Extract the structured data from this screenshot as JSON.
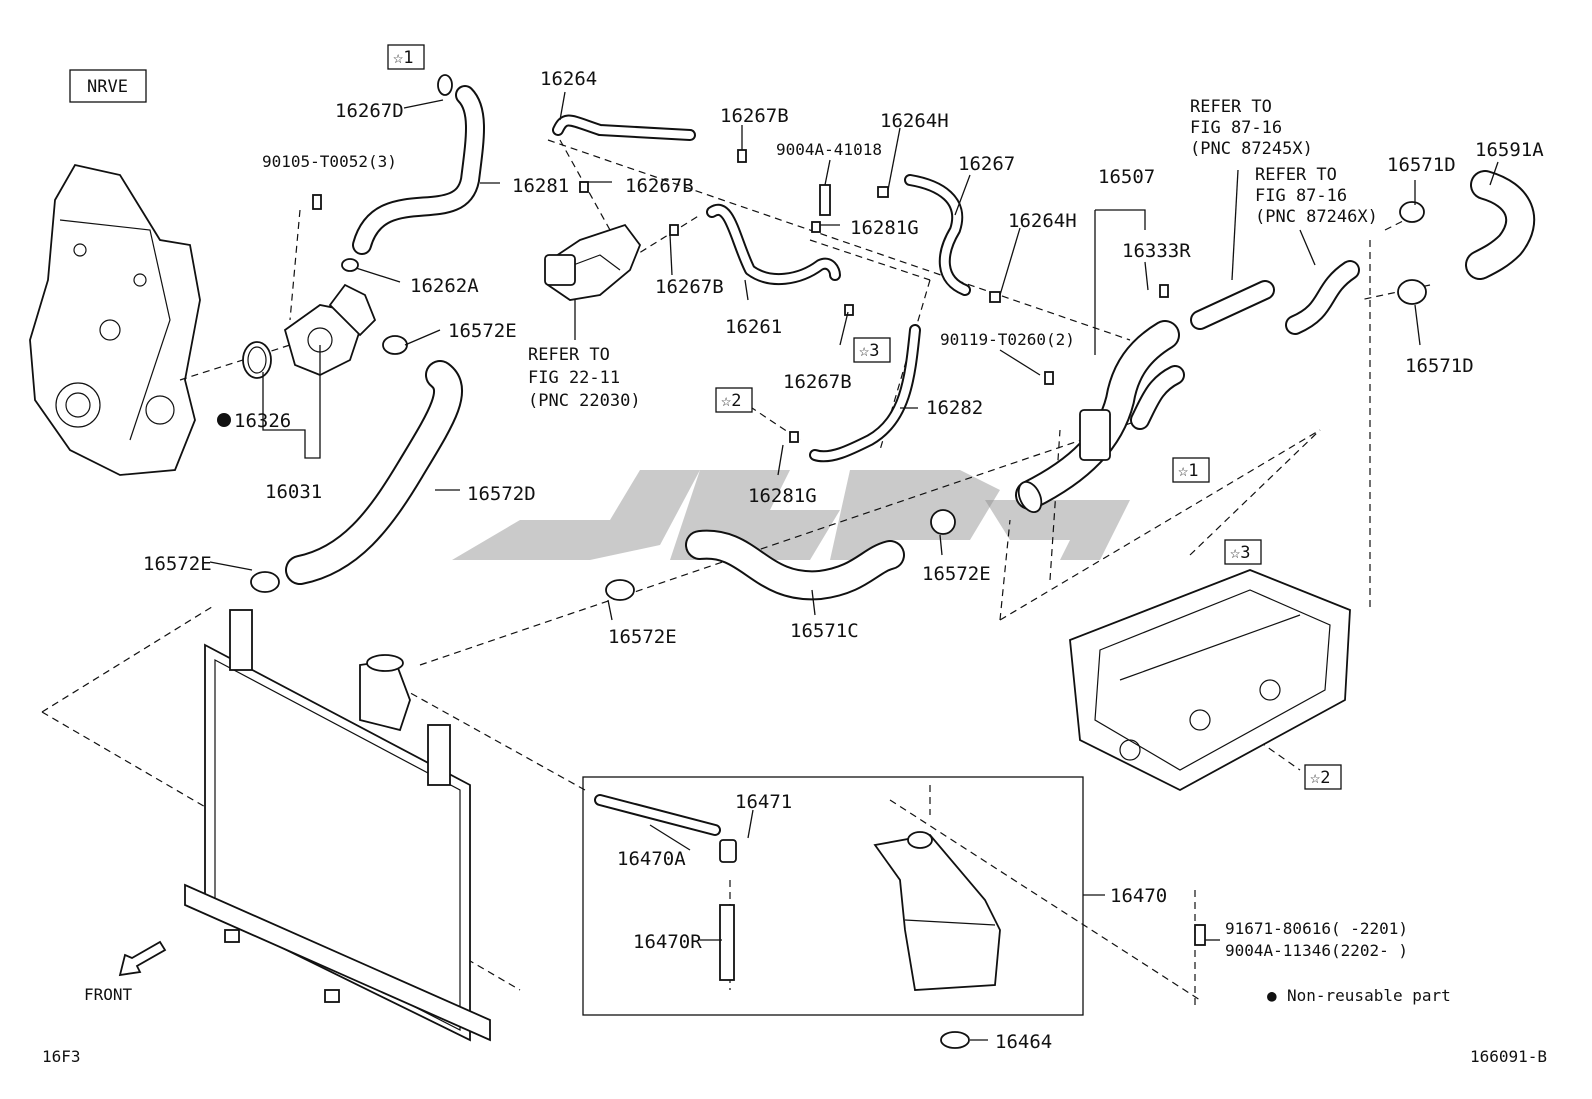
{
  "tag_box": "NRVE",
  "figure_code": "16F3",
  "diagram_id": "166091-B",
  "front_label": "FRONT",
  "legend": {
    "bullet": "●",
    "text": "Non-reusable part"
  },
  "star_refs": {
    "r1": "☆1",
    "r2": "☆2",
    "r3": "☆3"
  },
  "labels": {
    "p16264": "16264",
    "p16267D": "16267D",
    "p90105": "90105-T0052(3)",
    "p16281": "16281",
    "p16267B_a": "16267B",
    "p16267B_b": "16267B",
    "p16267B_c": "16267B",
    "p16267B_d": "16267B",
    "p16262A": "16262A",
    "p16572E_a": "16572E",
    "p16572E_b": "16572E",
    "p16572E_c": "16572E",
    "p16572E_d": "16572E",
    "p16326": "16326",
    "p16031": "16031",
    "p16572D": "16572D",
    "p9004A41018": "9004A-41018",
    "p16264H_a": "16264H",
    "p16264H_b": "16264H",
    "p16281G_a": "16281G",
    "p16281G_b": "16281G",
    "p16267": "16267",
    "p16261": "16261",
    "p16282": "16282",
    "p16507": "16507",
    "p16333R": "16333R",
    "p90119": "90119-T0260(2)",
    "p16571D_a": "16571D",
    "p16571D_b": "16571D",
    "p16591A": "16591A",
    "p16571C": "16571C",
    "p16471": "16471",
    "p16470A": "16470A",
    "p16470R": "16470R",
    "p16470": "16470",
    "p16464": "16464",
    "p91671": "91671-80616(     -2201)",
    "p9004A11346": "9004A-11346(2202-     )"
  },
  "refer_notes": {
    "pump_line1": "REFER TO",
    "pump_line2": "FIG 22-11",
    "pump_line3": "(PNC 22030)",
    "hose245_line1": "REFER TO",
    "hose245_line2": "FIG 87-16",
    "hose245_line3": "(PNC 87245X)",
    "hose246_line1": "REFER TO",
    "hose246_line2": "FIG 87-16",
    "hose246_line3": "(PNC 87246X)"
  }
}
